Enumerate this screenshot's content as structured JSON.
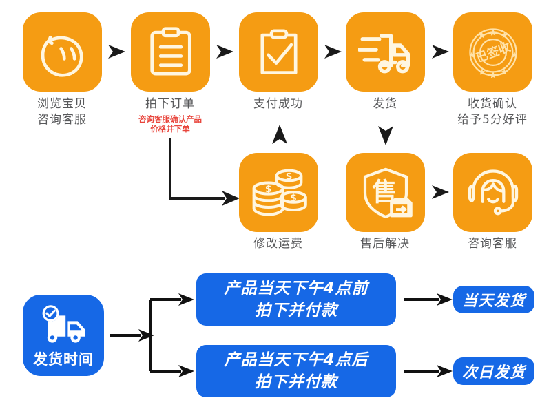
{
  "theme": {
    "orange": "#F59C13",
    "blue": "#1668E6",
    "caption_color": "#58595B",
    "note_color": "#E8453C",
    "arrow_color": "#111111",
    "background": "#FFFFFF"
  },
  "flow_top": {
    "steps": [
      {
        "id": "browse",
        "icon": "browse-smiley-icon",
        "label": "浏览宝贝\n咨询客服",
        "note": ""
      },
      {
        "id": "order",
        "icon": "clipboard-list-icon",
        "label": "拍下订单",
        "note": "咨询客服确认产品\n价格并下单"
      },
      {
        "id": "paid",
        "icon": "clipboard-check-icon",
        "label": "支付成功",
        "note": ""
      },
      {
        "id": "ship",
        "icon": "delivery-truck-icon",
        "label": "发货",
        "note": ""
      },
      {
        "id": "receive",
        "icon": "signed-stamp-icon",
        "label": "收货确认\n给予5分好评",
        "note": ""
      }
    ]
  },
  "flow_bottom": {
    "steps": [
      {
        "id": "freight",
        "icon": "coins-stack-icon",
        "label": "修改运费"
      },
      {
        "id": "aftersale",
        "icon": "shield-shou-icon",
        "label": "售后解决"
      },
      {
        "id": "support",
        "icon": "headset-agent-icon",
        "label": "咨询客服"
      }
    ]
  },
  "shipping": {
    "badge": {
      "icon": "truck-check-icon",
      "label": "发货时间"
    },
    "conditions": [
      {
        "id": "before4",
        "text": "产品当天下午4点前\n拍下并付款",
        "result": "当天发货"
      },
      {
        "id": "after4",
        "text": "产品当天下午4点后\n拍下并付款",
        "result": "次日发货"
      }
    ]
  },
  "icon_glyphs": {
    "stamp_text": "已签收",
    "shield_text": "售"
  }
}
